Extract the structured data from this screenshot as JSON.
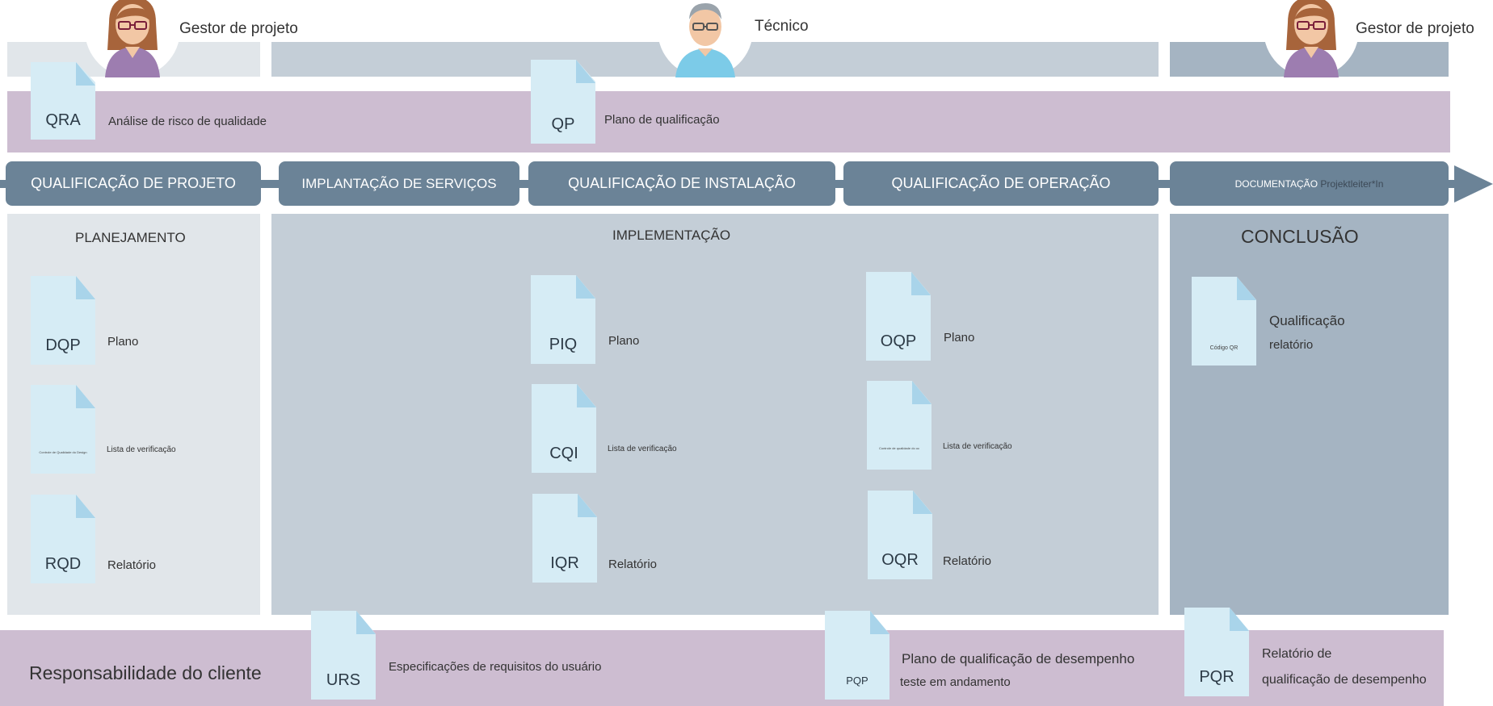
{
  "roles": {
    "left": "Gestor de projeto",
    "center": "Técnico",
    "right": "Gestor de projeto"
  },
  "top_band": {
    "qra": {
      "code": "QRA",
      "label": "Análise de risco de qualidade"
    },
    "qp": {
      "code": "QP",
      "label": "Plano de qualificação"
    }
  },
  "phases": [
    "QUALIFICAÇÃO DE PROJETO",
    "IMPLANTAÇÃO DE SERVIÇOS",
    "QUALIFICAÇÃO DE INSTALAÇÃO",
    "QUALIFICAÇÃO DE OPERAÇÃO"
  ],
  "phase_doc": {
    "main": "DOCUMENTAÇÃO",
    "sub": "Projektleiter*In"
  },
  "sections": {
    "planning": {
      "title": "PLANEJAMENTO",
      "docs": [
        {
          "code": "DQP",
          "label": "Plano"
        },
        {
          "code": "Controle de Qualidade do Design",
          "label": "Lista de verificação"
        },
        {
          "code": "RQD",
          "label": "Relatório"
        }
      ]
    },
    "implementation": {
      "title": "IMPLEMENTAÇÃO",
      "docs_iq": [
        {
          "code": "PIQ",
          "label": "Plano"
        },
        {
          "code": "CQI",
          "label": "Lista de verificação"
        },
        {
          "code": "IQR",
          "label": "Relatório"
        }
      ],
      "docs_oq": [
        {
          "code": "OQP",
          "label": "Plano"
        },
        {
          "code": "Controle de qualidade do oc",
          "label": "Lista de verificação"
        },
        {
          "code": "OQR",
          "label": "Relatório"
        }
      ]
    },
    "conclusion": {
      "title": "CONCLUSÃO",
      "doc": {
        "code": "Código QR",
        "label_1": "Qualificação",
        "label_2": "relatório"
      }
    }
  },
  "bottom_band": {
    "title": "Responsabilidade do cliente",
    "urs": {
      "code": "URS",
      "label": "Especificações de requisitos do usuário"
    },
    "pqp": {
      "code": "PQP",
      "label_1": "Plano de qualificação de desempenho",
      "label_2": "teste em andamento"
    },
    "pqr": {
      "code": "PQR",
      "label_1": "Relatório de",
      "label_2": "qualificação de desempenho"
    }
  },
  "colors": {
    "phase_bar": "#6b8397",
    "lane_light": "#e1e6ea",
    "lane_mid": "#c4ced7",
    "lane_dark": "#a5b4c2",
    "band_purple": "#cdbdd1",
    "doc_fill": "#d6ecf5",
    "doc_fold": "#a9d4ea"
  }
}
